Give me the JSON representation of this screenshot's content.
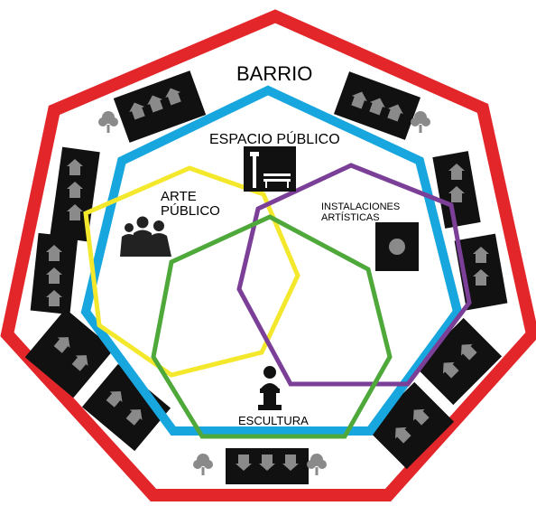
{
  "diagram": {
    "labels": {
      "barrio": "BARRIO",
      "espacio_publico": "ESPACIO PÚBLICO",
      "arte_publico_line1": "ARTE",
      "arte_publico_line2": "PÚBLICO",
      "instalaciones_line1": "INSTALACIONES",
      "instalaciones_line2": "ARTÍSTICAS",
      "escultura": "ESCULTURA"
    },
    "icons": [
      "house-block-icon",
      "tree-icon",
      "bench-lamp-icon",
      "people-group-icon",
      "installation-icon",
      "sculpture-bust-icon"
    ],
    "colors": {
      "barrio": "#e2262a",
      "espacio_publico": "#18a6df",
      "arte_publico": "#f4e82c",
      "instalaciones": "#7b3f98",
      "escultura": "#4ea83a",
      "blocks": "#111111",
      "houses": "#8a8a8a"
    }
  }
}
